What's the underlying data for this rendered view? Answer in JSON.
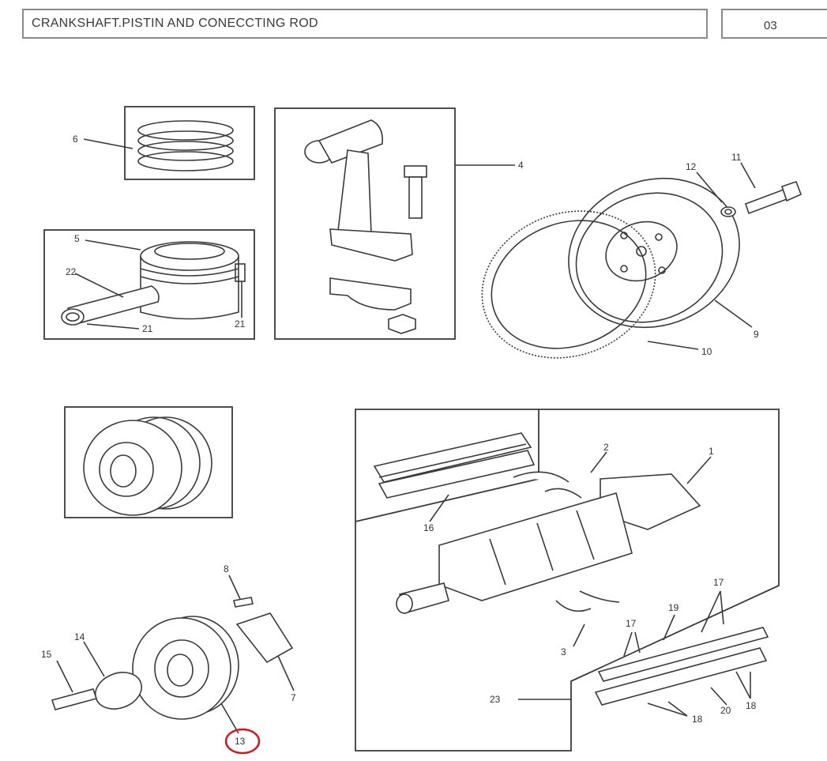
{
  "header": {
    "title": "CRANKSHAFT.PISTIN AND CONECCTING ROD",
    "page": "03"
  },
  "callouts": {
    "c1": "1",
    "c2": "2",
    "c3": "3",
    "c4": "4",
    "c5": "5",
    "c6": "6",
    "c7": "7",
    "c8": "8",
    "c9": "9",
    "c10": "10",
    "c11": "11",
    "c12": "12",
    "c13": "13",
    "c14": "14",
    "c15": "15",
    "c16": "16",
    "c17a": "17",
    "c17b": "17",
    "c18a": "18",
    "c18b": "18",
    "c19": "19",
    "c20": "20",
    "c21a": "21",
    "c21b": "21",
    "c22": "22",
    "c23": "23"
  },
  "highlight": {
    "callout": "13",
    "color": "#d0161e"
  }
}
